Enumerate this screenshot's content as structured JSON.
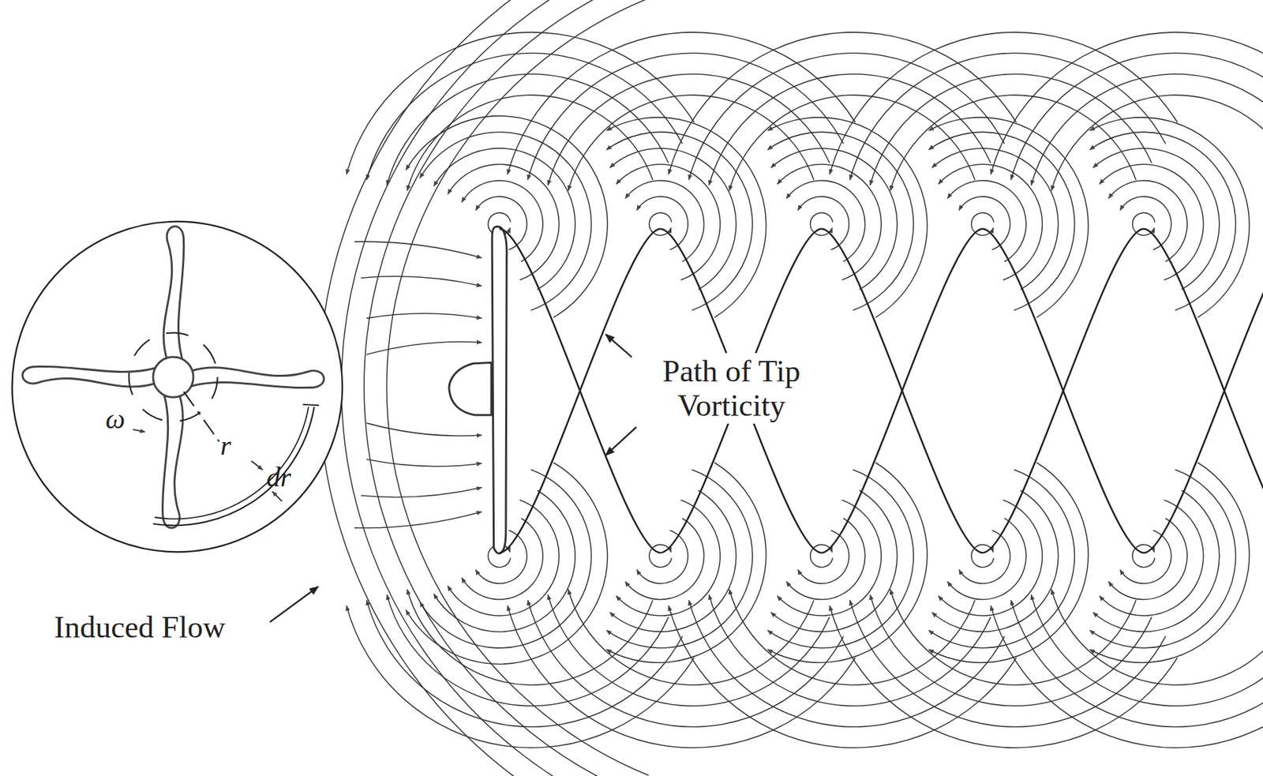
{
  "diagram": {
    "labels": [
      "ω",
      "r",
      "dr",
      "Path of Tip Vorticity",
      "Induced Flow"
    ]
  }
}
